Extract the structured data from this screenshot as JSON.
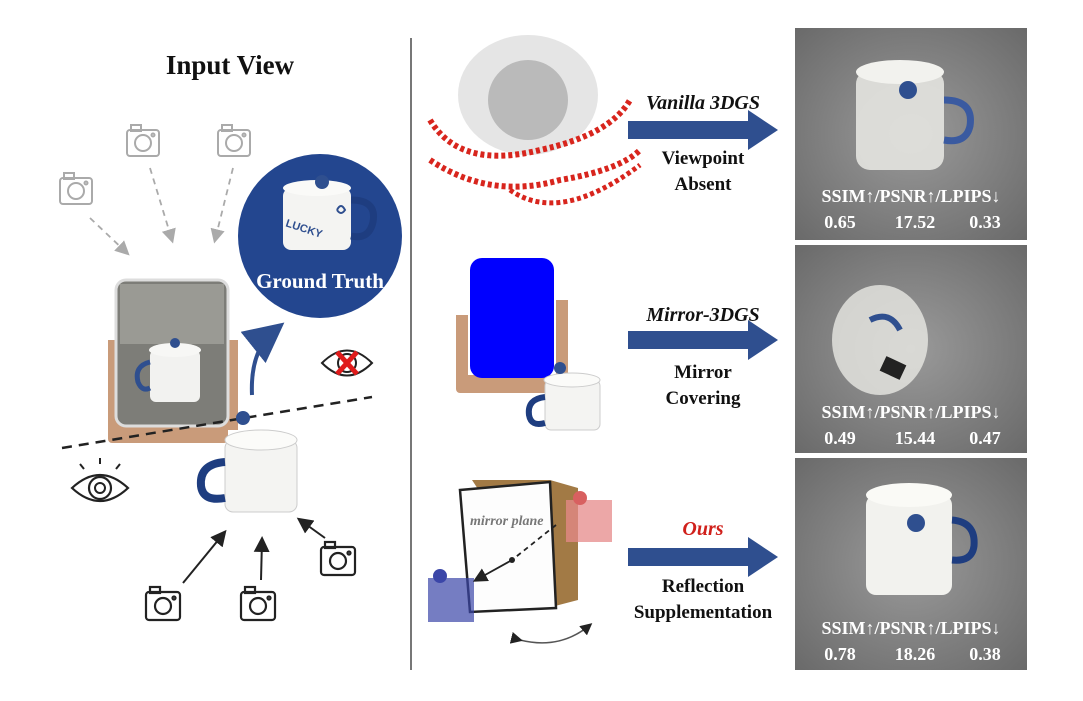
{
  "left": {
    "title": "Input View",
    "ground_truth_label": "Ground Truth",
    "mug_text": "LUCKY"
  },
  "rows": [
    {
      "method": "Vanilla 3DGS",
      "subtitle_line1": "Viewpoint",
      "subtitle_line2": "Absent",
      "metrics_header": "SSIM↑/PSNR↑/LPIPS↓",
      "ssim": "0.65",
      "psnr": "17.52",
      "lpips": "0.33"
    },
    {
      "method": "Mirror-3DGS",
      "subtitle_line1": "Mirror",
      "subtitle_line2": "Covering",
      "metrics_header": "SSIM↑/PSNR↑/LPIPS↓",
      "ssim": "0.49",
      "psnr": "15.44",
      "lpips": "0.47"
    },
    {
      "method": "Ours",
      "subtitle_line1": "Reflection",
      "subtitle_line2": "Supplementation",
      "metrics_header": "SSIM↑/PSNR↑/LPIPS↓",
      "ssim": "0.78",
      "psnr": "18.26",
      "lpips": "0.38"
    }
  ],
  "mirror_plane_label": "mirror plane",
  "colors": {
    "arrow_blue": "#2f4f8f",
    "circle_blue": "#23468f",
    "ours_red": "#d0201b",
    "camera_red": "#d8251d",
    "mirror_blue": "#0000ff",
    "photo_gray": "#8a8a8a"
  }
}
